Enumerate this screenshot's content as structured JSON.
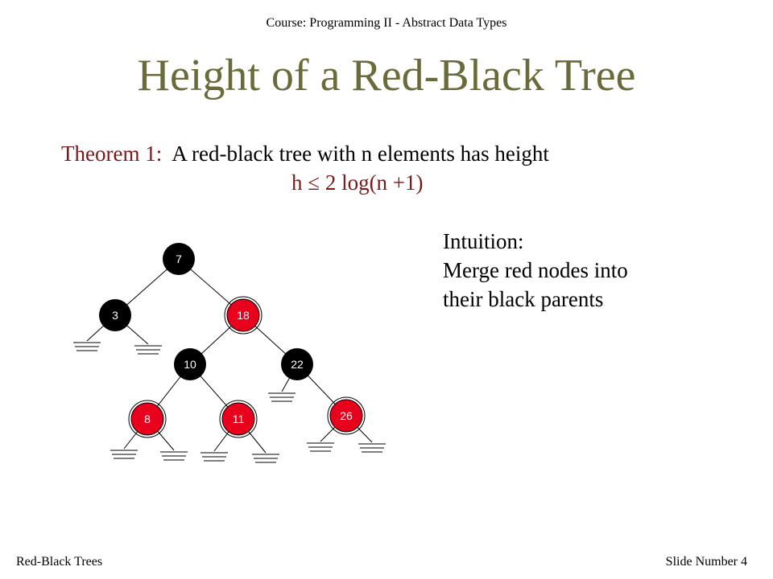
{
  "header": {
    "course": "Course: Programming II - Abstract Data Types"
  },
  "title": "Height of a Red-Black Tree",
  "theorem": {
    "label": "Theorem 1:",
    "text": "A red-black tree with n elements has height",
    "formula": "h ≤ 2 log(n +1)"
  },
  "intuition": {
    "heading": "Intuition:",
    "line1": "Merge red nodes into",
    "line2": "their black parents"
  },
  "tree": {
    "nodes": [
      {
        "id": "n7",
        "label": "7",
        "color": "black"
      },
      {
        "id": "n3",
        "label": "3",
        "color": "black"
      },
      {
        "id": "n18",
        "label": "18",
        "color": "red"
      },
      {
        "id": "n10",
        "label": "10",
        "color": "black"
      },
      {
        "id": "n22",
        "label": "22",
        "color": "black"
      },
      {
        "id": "n8",
        "label": "8",
        "color": "red"
      },
      {
        "id": "n11",
        "label": "11",
        "color": "red"
      },
      {
        "id": "n26",
        "label": "26",
        "color": "red"
      }
    ],
    "edges": [
      [
        "n7",
        "n3"
      ],
      [
        "n7",
        "n18"
      ],
      [
        "n18",
        "n10"
      ],
      [
        "n18",
        "n22"
      ],
      [
        "n10",
        "n8"
      ],
      [
        "n10",
        "n11"
      ],
      [
        "n22",
        "n26"
      ]
    ],
    "colors": {
      "red": "#e8001c",
      "black": "#000000"
    }
  },
  "footer": {
    "left": "Red-Black Trees",
    "right": "Slide Number 4"
  }
}
